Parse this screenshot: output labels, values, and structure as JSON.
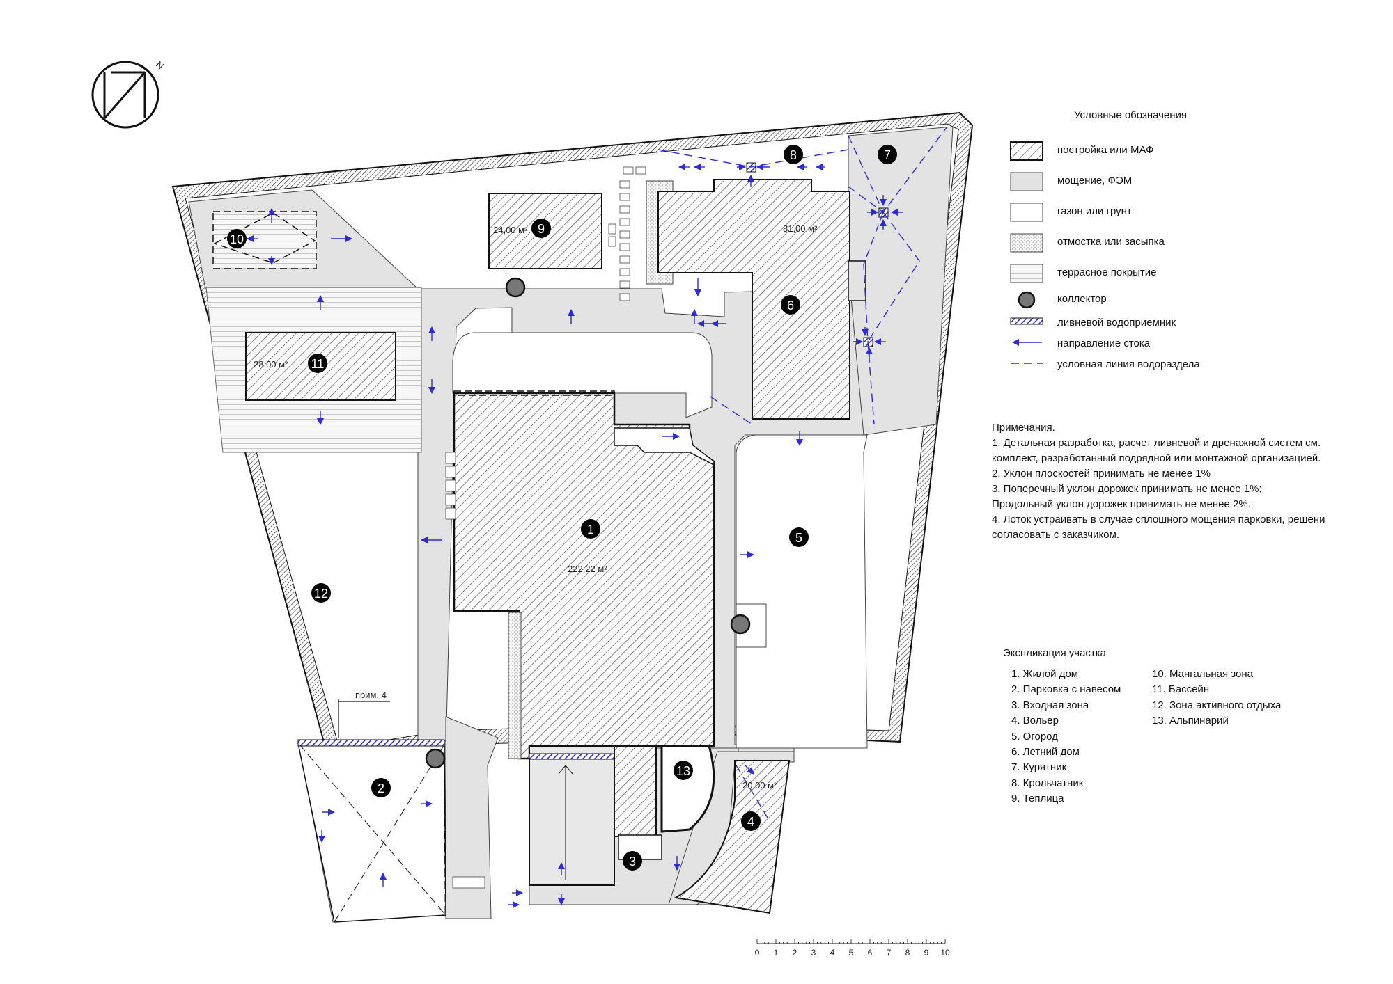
{
  "north_label": "N",
  "legend": {
    "title": "Условные обозначения",
    "items": [
      {
        "key": "building",
        "label": "постройка или МАФ"
      },
      {
        "key": "paving",
        "label": "мощение, ФЭМ"
      },
      {
        "key": "lawn",
        "label": "газон или грунт"
      },
      {
        "key": "blind_area",
        "label": "отмостка или засыпка"
      },
      {
        "key": "terrace",
        "label": "террасное покрытие"
      },
      {
        "key": "collector",
        "label": "коллектор"
      },
      {
        "key": "storm_inlet",
        "label": "ливневой водоприемник"
      },
      {
        "key": "flow",
        "label": "направление стока"
      },
      {
        "key": "watershed",
        "label": "условная линия водораздела"
      }
    ]
  },
  "notes": {
    "title": "Примечания.",
    "lines": [
      "1. Детальная разработка, расчет ливневой и дренажной систем см.",
      "комплект, разработанный подрядной или монтажной организацией.",
      "2. Уклон плоскостей принимать не менее 1%",
      "3. Поперечный уклон дорожек принимать не менее 1%;",
      "Продольный уклон дорожек принимать не менее 2%.",
      "4. Лоток устраивать в случае сплошного мощения парковки, решени",
      "согласовать с заказчиком."
    ]
  },
  "explication": {
    "title": "Экспликация участка",
    "col1": [
      "1. Жилой дом",
      "2. Парковка с навесом",
      "3. Входная зона",
      "4. Вольер",
      "5. Огород",
      "6. Летний дом",
      "7. Курятник",
      "8. Крольчатник",
      "9. Теплица"
    ],
    "col2": [
      "10. Мангальная зона",
      "11. Бассейн",
      "12. Зона активного отдыха",
      "13. Альпинарий"
    ]
  },
  "plan": {
    "areas": {
      "house": "222,22 м²",
      "summer_house": "81,00 м²",
      "greenhouse": "24,00 м²",
      "pool": "28,00 м²",
      "aviary": "20,00 м²"
    },
    "note_ref": "прим. 4",
    "markers": [
      "1",
      "2",
      "3",
      "4",
      "5",
      "6",
      "7",
      "8",
      "9",
      "10",
      "11",
      "12",
      "13"
    ],
    "scale_labels": [
      "0",
      "1",
      "2",
      "3",
      "4",
      "5",
      "6",
      "7",
      "8",
      "9",
      "10"
    ]
  },
  "colors": {
    "paving": "#e3e3e3",
    "storm_inlet": "#2b2bd8",
    "flow_arrow": "#2b2bd8",
    "building_outline": "#111111"
  }
}
